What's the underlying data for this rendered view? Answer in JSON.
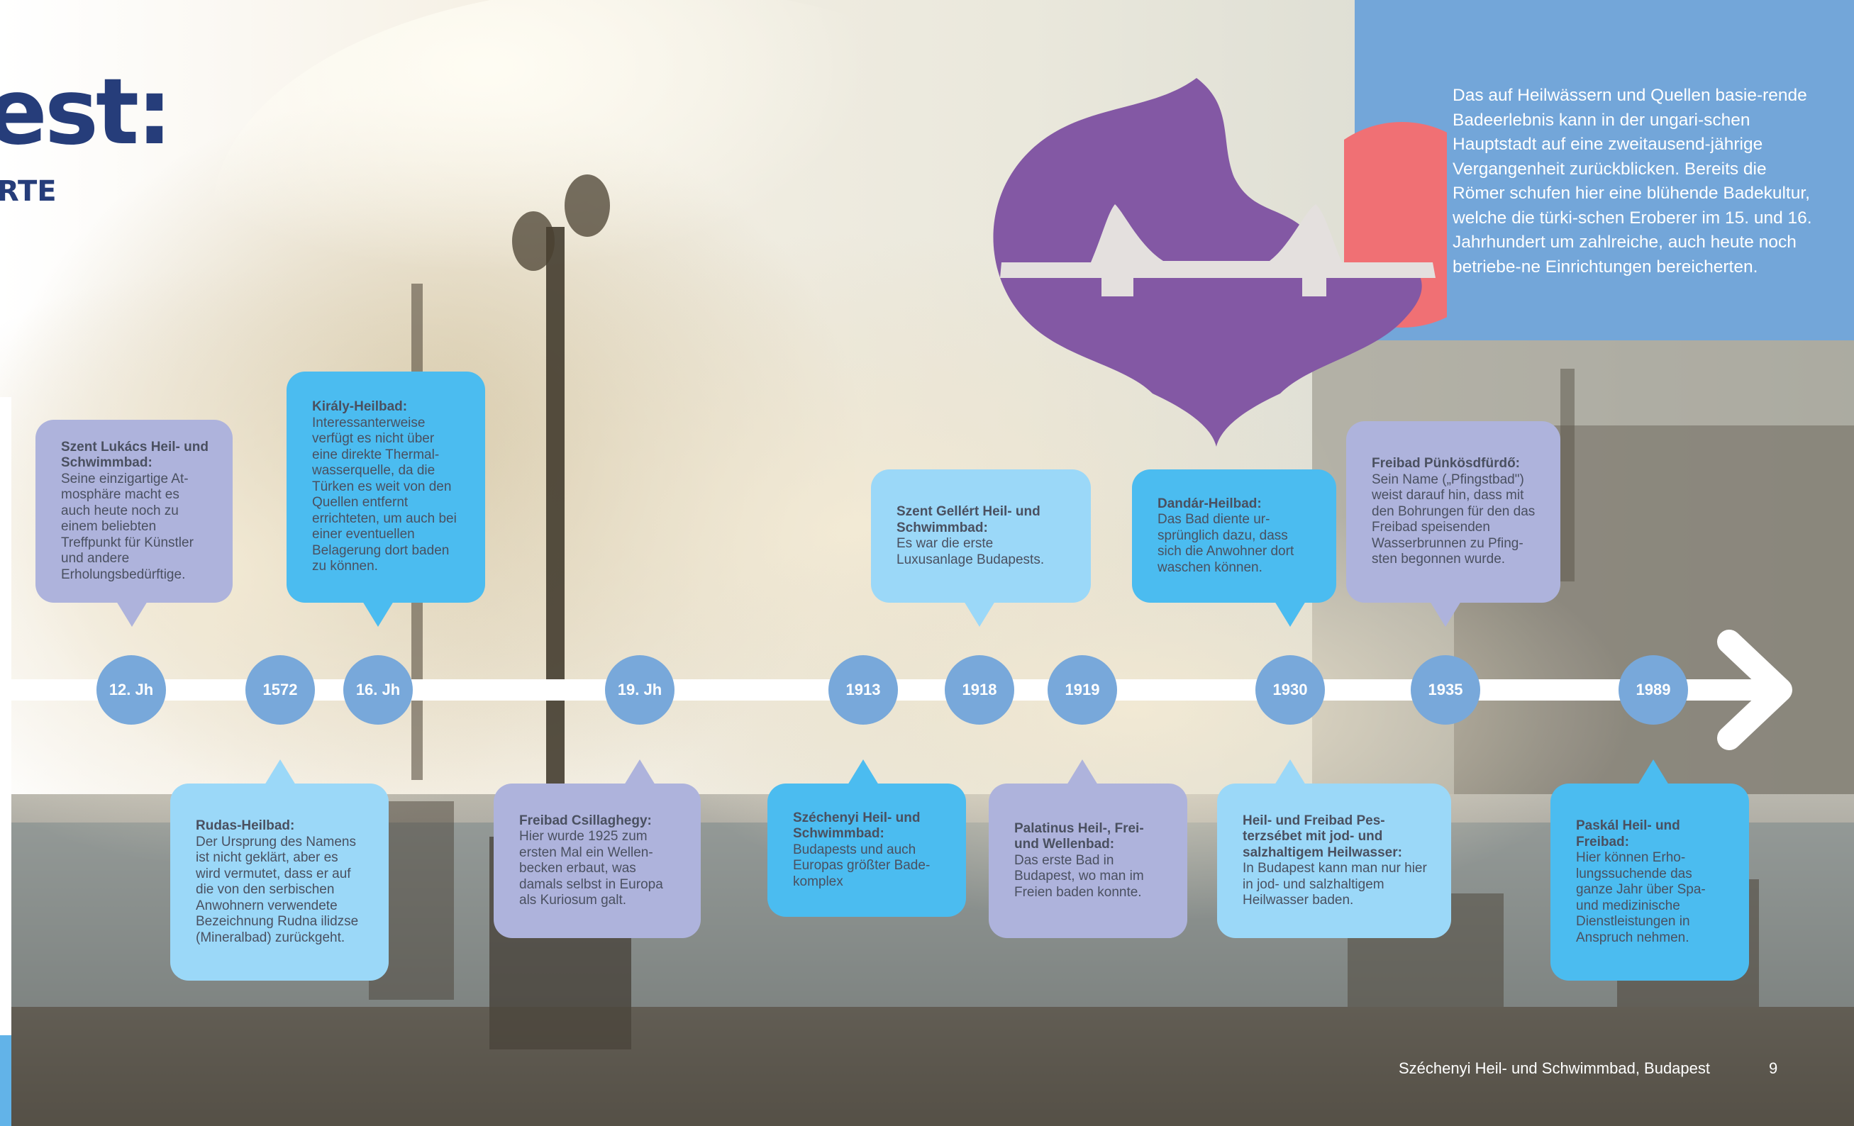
{
  "header": {
    "title_fragment": "est:",
    "subtitle_fragment": "RTE"
  },
  "intro": {
    "text": "Das auf Heilwässern und Quellen basie-rende Badeerlebnis kann in der ungari-schen Hauptstadt auf eine zweitausend-jährige Vergangenheit zurückblicken. Bereits die Römer schufen hier eine blühende Badekultur, welche die türki-schen Eroberer im 15. und 16. Jahrhundert um zahlreiche, auch heute noch betriebe-ne Einrichtungen bereicherten."
  },
  "colors": {
    "accent_blue": "#4bbcf0",
    "light_blue": "#9bd8f8",
    "lavender": "#aeb3dc",
    "marker_blue": "#78a8da",
    "panel_blue": "#73a6d9",
    "logo_purple": "#8358a4",
    "logo_coral": "#f07074",
    "title_navy": "#263d7a"
  },
  "timeline": {
    "markers": [
      "12. Jh",
      "1572",
      "16. Jh",
      "19. Jh",
      "1913",
      "1918",
      "1919",
      "1930",
      "1935",
      "1989"
    ],
    "events": [
      {
        "title": "Szent Lukács Heil- und Schwimmbad:",
        "text": "Seine einzigartige At-mosphäre macht es auch heute noch zu einem beliebten Treffpunkt für Künstler und andere Erholungsbedürftige."
      },
      {
        "title": "Rudas-Heilbad:",
        "text": "Der Ursprung des Namens ist nicht geklärt, aber es wird vermutet, dass er auf die von den serbischen Anwohnern verwendete Bezeichnung Rudna ilidzse (Mineralbad) zurückgeht."
      },
      {
        "title": "Király-Heilbad:",
        "text": "Interessanterweise verfügt es nicht über eine direkte Thermal-wasserquelle, da die Türken es weit von den Quellen entfernt errichteten, um auch bei einer eventuellen Belagerung dort baden zu können."
      },
      {
        "title": "Freibad Csillaghegy:",
        "text": "Hier wurde 1925 zum ersten Mal ein Wellen-becken erbaut, was damals selbst in Europa als Kuriosum galt."
      },
      {
        "title": "Széchenyi Heil- und Schwimmbad:",
        "text": "Budapests und auch Europas größter Bade-komplex"
      },
      {
        "title": "Szent Gellért Heil- und Schwimmbad:",
        "text": "Es war die erste Luxusanlage Budapests."
      },
      {
        "title": "Palatinus Heil-, Frei- und Wellenbad:",
        "text": "Das erste Bad in Budapest, wo man im Freien baden konnte."
      },
      {
        "title": "Dandár-Heilbad:",
        "text": "Das Bad diente ur-sprünglich dazu, dass sich die Anwohner dort waschen können."
      },
      {
        "title": "Heil- und Freibad Pes-terzsébet mit jod- und salzhaltigem Heilwasser:",
        "text": "In Budapest kann man nur hier in jod- und salzhaltigem Heilwasser baden."
      },
      {
        "title": "Freibad Pünkösdfürdő:",
        "text": "Sein Name („Pfingstbad\") weist darauf hin, dass mit den Bohrungen für den das Freibad speisenden Wasserbrunnen zu Pfing-sten begonnen wurde."
      },
      {
        "title": "Paskál Heil- und Freibad:",
        "text": "Hier können Erho-lungssuchende das ganze Jahr über Spa- und medizinische Dienstleistungen in Anspruch nehmen."
      }
    ]
  },
  "footer": {
    "caption": "Széchenyi Heil- und Schwimmbad, Budapest",
    "page_number": "9"
  }
}
